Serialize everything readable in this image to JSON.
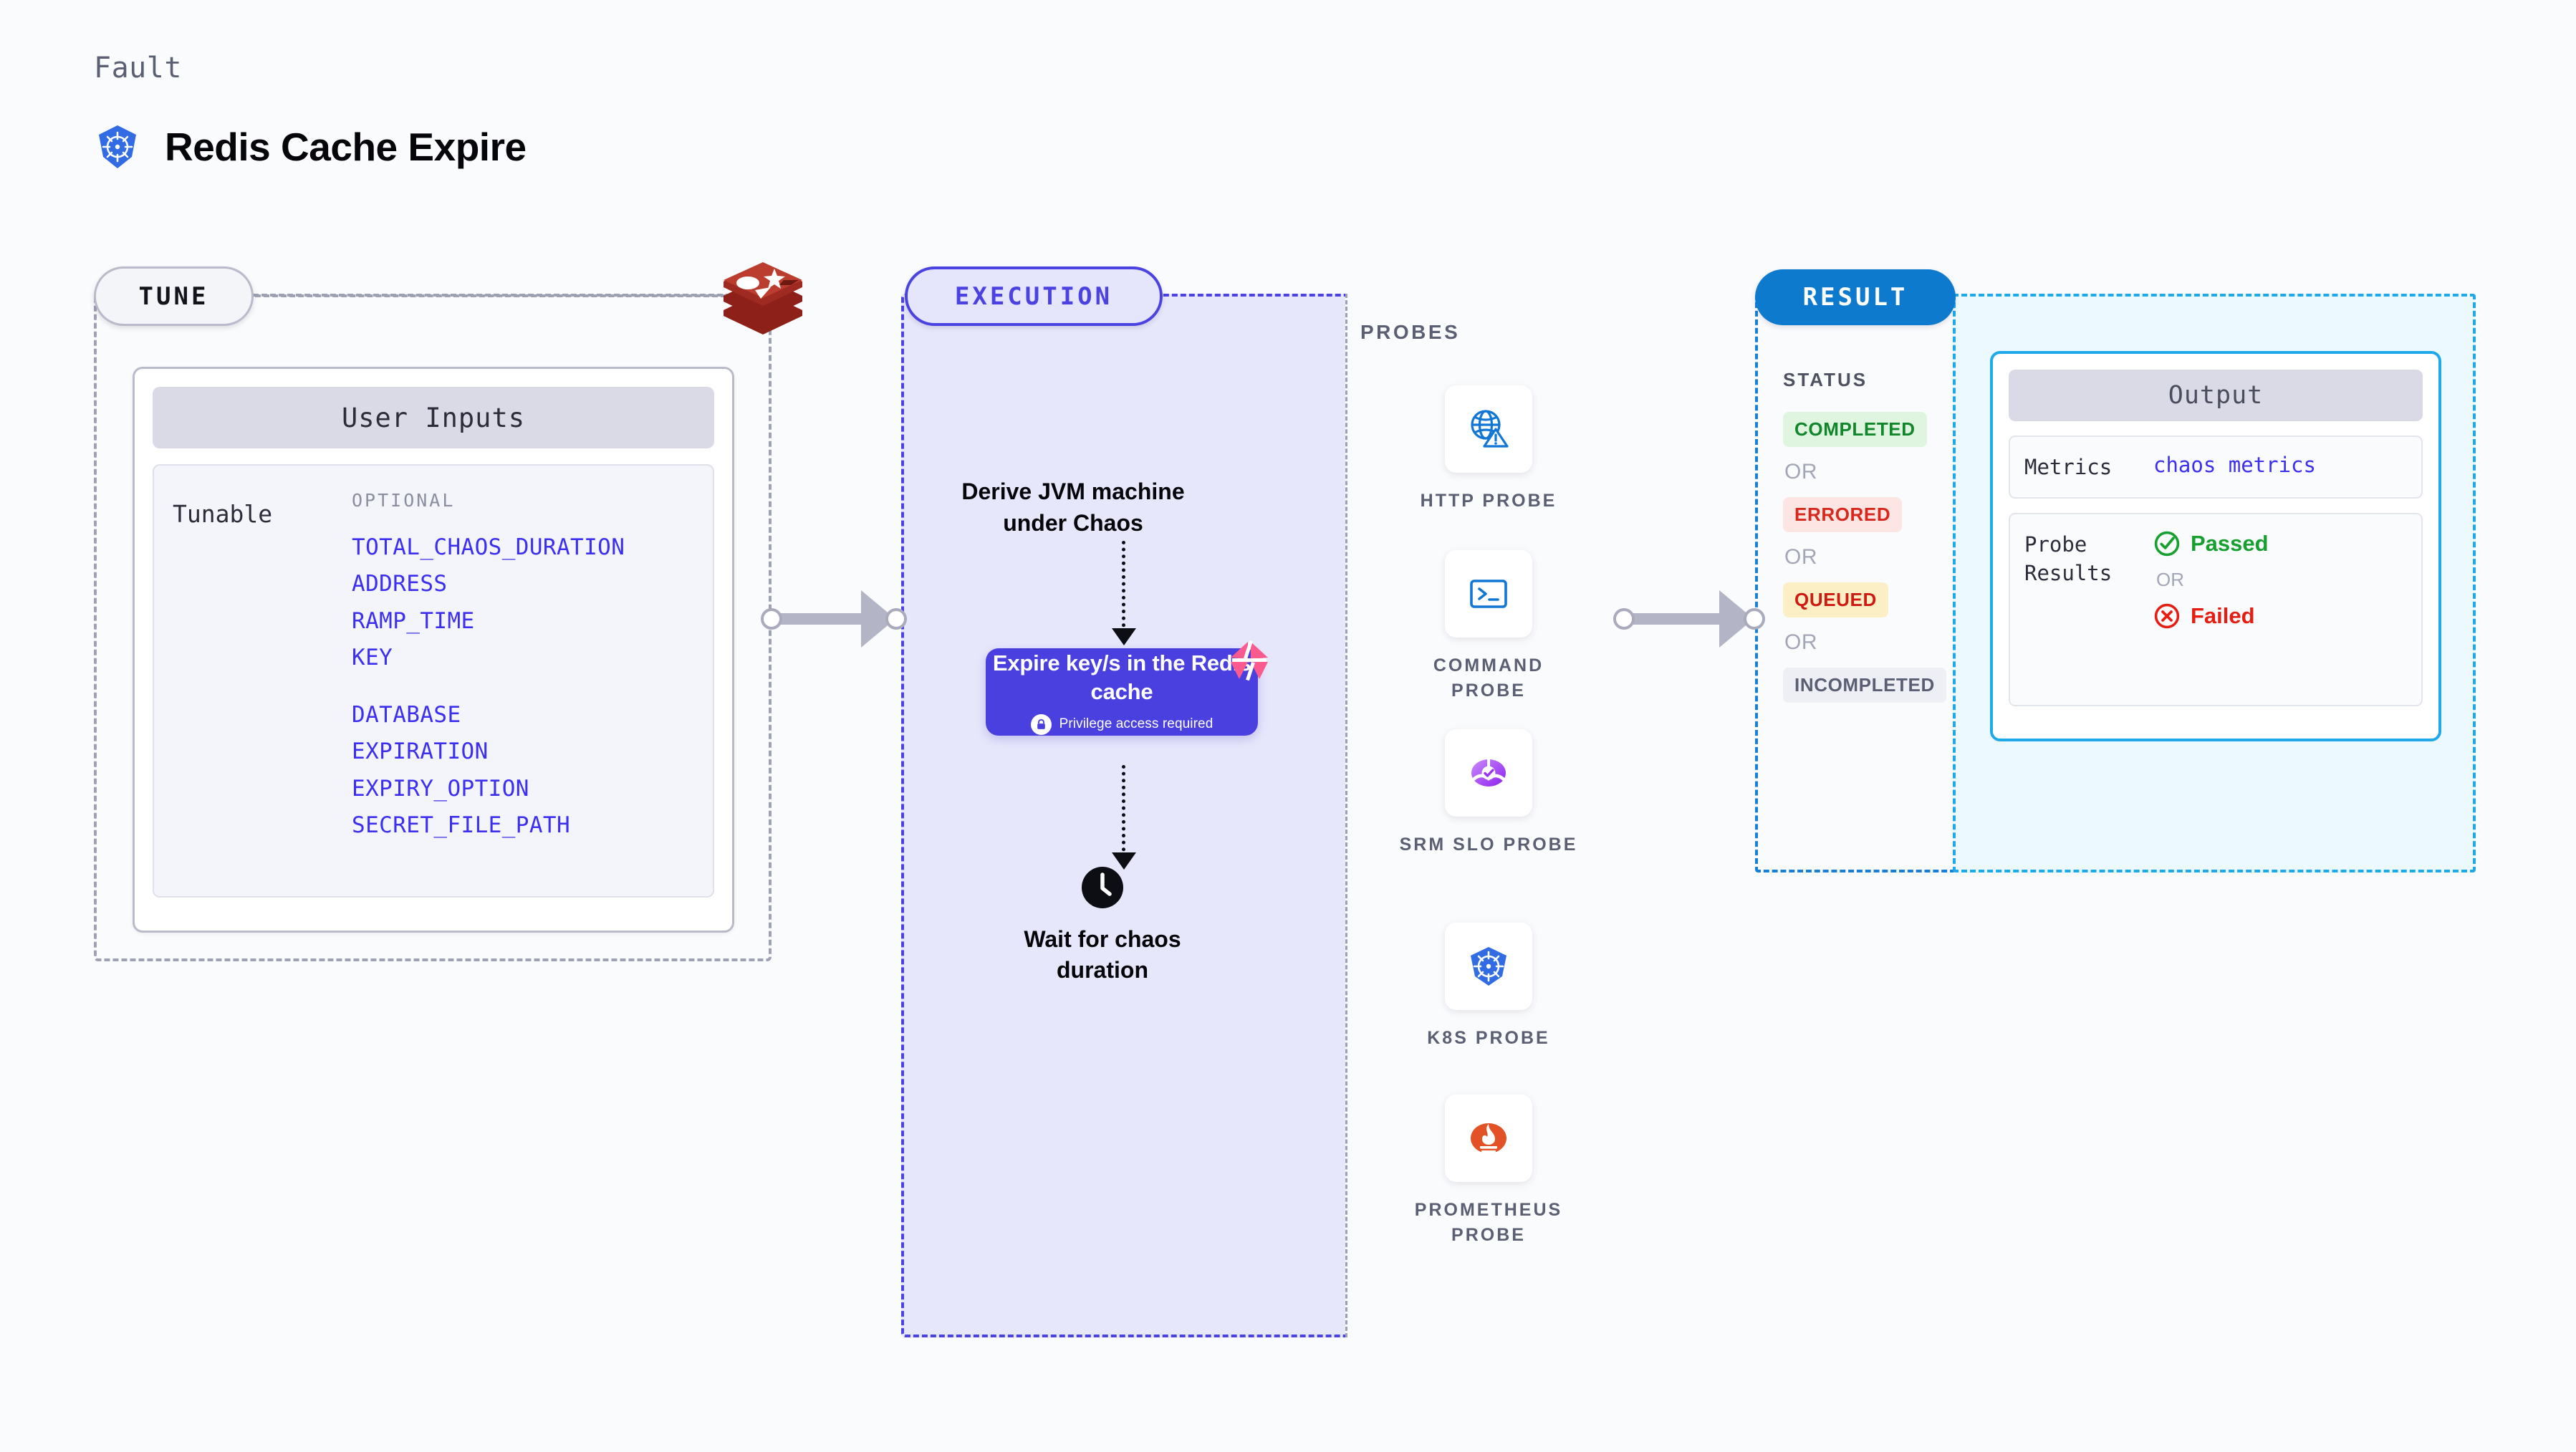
{
  "header": {
    "eyebrow": "Fault",
    "title": "Redis Cache Expire",
    "icon": "kubernetes-icon"
  },
  "stages": {
    "tune": {
      "badge": "TUNE",
      "source_icon": "redis-logo-icon"
    },
    "execution": {
      "badge": "EXECUTION"
    },
    "result": {
      "badge": "RESULT"
    }
  },
  "user_inputs": {
    "card_title": "User Inputs",
    "row_label": "Tunable",
    "group_label": "OPTIONAL",
    "params": [
      "TOTAL_CHAOS_DURATION",
      "ADDRESS",
      "RAMP_TIME",
      "KEY",
      "DATABASE",
      "EXPIRATION",
      "EXPIRY_OPTION",
      "SECRET_FILE_PATH"
    ]
  },
  "execution": {
    "step_derive": "Derive JVM machine under Chaos",
    "action_card": {
      "title": "Expire key/s in the Redis cache",
      "note": "Privilege access required",
      "note_icon": "lock-icon",
      "corner_icon": "harness-logo-icon"
    },
    "step_wait": "Wait for chaos duration",
    "wait_icon": "clock-icon"
  },
  "probes": {
    "section_label": "PROBES",
    "items": [
      {
        "label": "HTTP PROBE",
        "icon": "globe-warning-icon"
      },
      {
        "label": "COMMAND PROBE",
        "icon": "terminal-icon"
      },
      {
        "label": "SRM SLO PROBE",
        "icon": "srm-slo-icon"
      },
      {
        "label": "K8S PROBE",
        "icon": "kubernetes-icon"
      },
      {
        "label": "PROMETHEUS PROBE",
        "icon": "prometheus-icon"
      }
    ]
  },
  "result": {
    "status_label": "STATUS",
    "or_label": "OR",
    "statuses": [
      {
        "label": "COMPLETED",
        "color": "#11862a",
        "bg": "#dff5e0"
      },
      {
        "label": "ERRORED",
        "color": "#d8271b",
        "bg": "#fde5e3"
      },
      {
        "label": "QUEUED",
        "color": "#cf1a12",
        "bg": "#fcefc5"
      },
      {
        "label": "INCOMPLETED",
        "color": "#5b5f73",
        "bg": "#eeeff4"
      }
    ]
  },
  "output": {
    "card_title": "Output",
    "metrics_label": "Metrics",
    "metrics_value": "chaos metrics",
    "probe_results_label": "Probe Results",
    "or_label": "OR",
    "passed_label": "Passed",
    "failed_label": "Failed",
    "passed_icon": "check-circle-icon",
    "failed_icon": "x-circle-icon"
  },
  "theme": {
    "accent_purple": "#4a40e0",
    "accent_blue": "#0d7ace",
    "accent_cyan": "#1fa9e8",
    "param_link": "#3c2ff0",
    "muted": "#9ea1b3"
  }
}
